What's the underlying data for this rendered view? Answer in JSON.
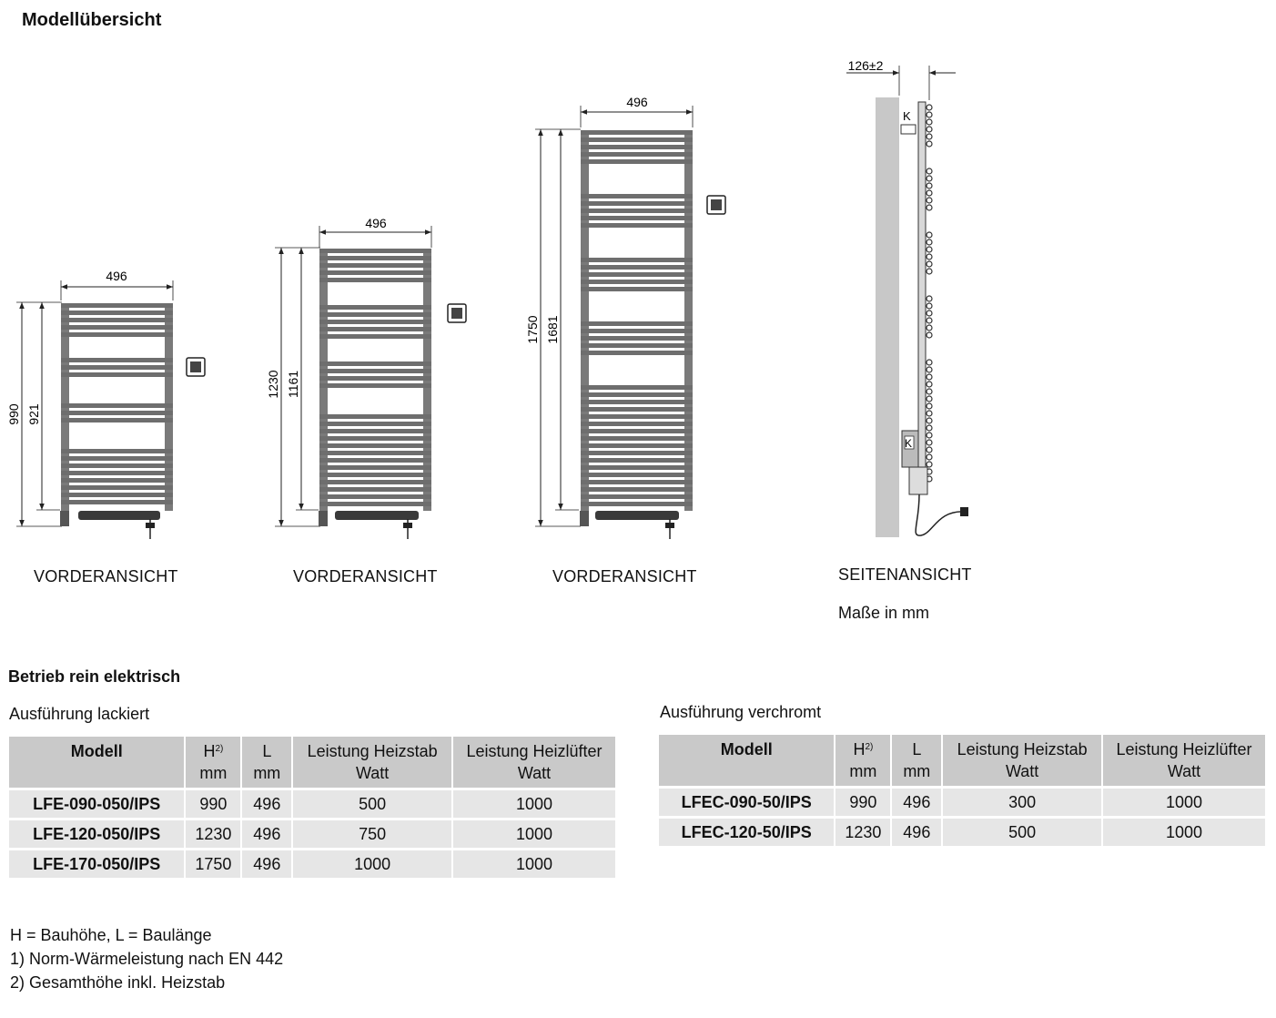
{
  "title": "Modellübersicht",
  "drawings": {
    "view1": {
      "caption": "VORDERANSICHT",
      "width": "496",
      "height_total": "990",
      "height_inner": "921"
    },
    "view2": {
      "caption": "VORDERANSICHT",
      "width": "496",
      "height_total": "1230",
      "height_inner": "1161"
    },
    "view3": {
      "caption": "VORDERANSICHT",
      "width": "496",
      "height_total": "1750",
      "height_inner": "1681"
    },
    "side": {
      "caption": "SEITENANSICHT",
      "depth": "126±2",
      "label_k": "K",
      "label_k2": "K",
      "units_note": "Maße in mm"
    }
  },
  "section_title": "Betrieb rein elektrisch",
  "table_lackiert": {
    "subtitle": "Ausführung lackiert",
    "headers": {
      "model": "Modell",
      "h": "H",
      "h_sup": "2)",
      "h_unit": "mm",
      "l": "L",
      "l_unit": "mm",
      "heizstab": "Leistung Heizstab",
      "heizstab_unit": "Watt",
      "luefter": "Leistung Heizlüfter",
      "luefter_unit": "Watt"
    },
    "rows": [
      {
        "model": "LFE-090-050/IPS",
        "h": "990",
        "l": "496",
        "heizstab": "500",
        "luefter": "1000"
      },
      {
        "model": "LFE-120-050/IPS",
        "h": "1230",
        "l": "496",
        "heizstab": "750",
        "luefter": "1000"
      },
      {
        "model": "LFE-170-050/IPS",
        "h": "1750",
        "l": "496",
        "heizstab": "1000",
        "luefter": "1000"
      }
    ]
  },
  "table_verchromt": {
    "subtitle": "Ausführung verchromt",
    "headers": {
      "model": "Modell",
      "h": "H",
      "h_sup": "2)",
      "h_unit": "mm",
      "l": "L",
      "l_unit": "mm",
      "heizstab": "Leistung Heizstab",
      "heizstab_unit": "Watt",
      "luefter": "Leistung Heizlüfter",
      "luefter_unit": "Watt"
    },
    "rows": [
      {
        "model": "LFEC-090-50/IPS",
        "h": "990",
        "l": "496",
        "heizstab": "300",
        "luefter": "1000"
      },
      {
        "model": "LFEC-120-50/IPS",
        "h": "1230",
        "l": "496",
        "heizstab": "500",
        "luefter": "1000"
      }
    ]
  },
  "footnotes": {
    "legend": "H = Bauhöhe, L = Baulänge",
    "note1": "1) Norm-Wärmeleistung nach EN 442",
    "note2": "2) Gesamthöhe inkl. Heizstab"
  }
}
